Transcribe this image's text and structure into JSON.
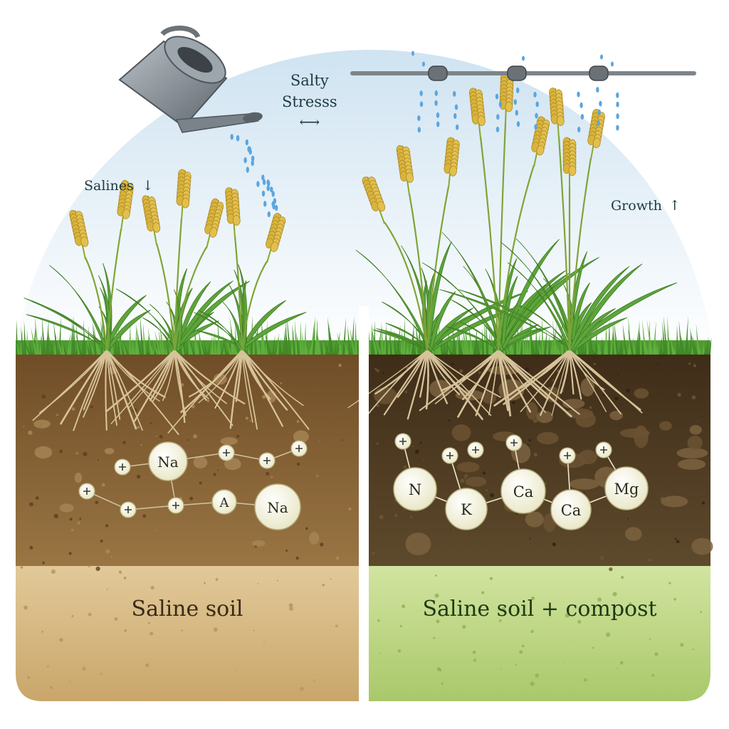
{
  "labels": {
    "salines": "Salines",
    "salines_arrow": "↓",
    "salty_stress_line1": "Salty",
    "salty_stress_line2": "Stresss",
    "double_arrow": "⟷",
    "growth": "Growth",
    "growth_arrow": "↑"
  },
  "panels": {
    "left": {
      "title": "Saline soil",
      "ions": [
        "Na",
        "Na",
        "A"
      ],
      "title_color": "#3a2a14"
    },
    "right": {
      "title": "Saline soil + compost",
      "ions": [
        "N",
        "K",
        "Ca",
        "Ca",
        "Mg"
      ],
      "title_color": "#1f3a12"
    }
  },
  "colors": {
    "sky": "#dbeaf4",
    "grass": "#5aa83a",
    "wheat": "#d9b43a",
    "left_soil": "#8a6536",
    "right_soil": "#4f3a22",
    "left_base": "#d9bf8c",
    "right_base": "#c4d98c",
    "water": "#5aa6e0"
  }
}
